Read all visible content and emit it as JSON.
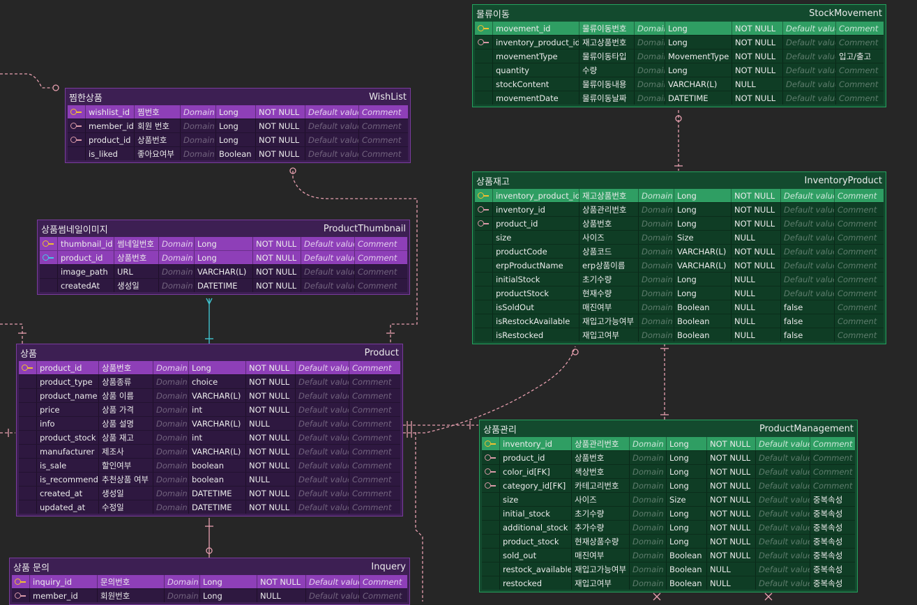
{
  "placeholders": {
    "domain": "Domain",
    "default": "Default value",
    "comment": "Comment"
  },
  "entities": {
    "stockMovement": {
      "kname": "물류이동",
      "ename": "StockMovement",
      "rows": [
        {
          "name": "movement_id",
          "kor": "물류이동번호",
          "type": "Long",
          "nullable": "NOT NULL",
          "default": "",
          "comment": "",
          "key": "pk"
        },
        {
          "name": "inventory_product_id",
          "kor": "재고상품번호",
          "type": "Long",
          "nullable": "NOT NULL",
          "default": "",
          "comment": "",
          "key": "fk"
        },
        {
          "name": "movementType",
          "kor": "물류이동타입",
          "type": "MovementType",
          "nullable": "NOT NULL",
          "default": "",
          "comment": "입고/출고",
          "key": ""
        },
        {
          "name": "quantity",
          "kor": "수량",
          "type": "Long",
          "nullable": "NOT NULL",
          "default": "",
          "comment": "",
          "key": ""
        },
        {
          "name": "stockContent",
          "kor": "물류이동내용",
          "type": "VARCHAR(L)",
          "nullable": "NULL",
          "default": "",
          "comment": "",
          "key": ""
        },
        {
          "name": "movementDate",
          "kor": "물류이동날짜",
          "type": "DATETIME",
          "nullable": "NOT NULL",
          "default": "",
          "comment": "",
          "key": ""
        }
      ]
    },
    "wishList": {
      "kname": "찜한상품",
      "ename": "WishList",
      "rows": [
        {
          "name": "wishlist_id",
          "kor": "찜번호",
          "type": "Long",
          "nullable": "NOT NULL",
          "default": "",
          "comment": "",
          "key": "pk"
        },
        {
          "name": "member_id",
          "kor": "회원 번호",
          "type": "Long",
          "nullable": "NOT NULL",
          "default": "",
          "comment": "",
          "key": "fk"
        },
        {
          "name": "product_id",
          "kor": "상품번호",
          "type": "Long",
          "nullable": "NOT NULL",
          "default": "",
          "comment": "",
          "key": "fk"
        },
        {
          "name": "is_liked",
          "kor": "좋아요여부",
          "type": "Boolean",
          "nullable": "NOT NULL",
          "default": "",
          "comment": "",
          "key": ""
        }
      ]
    },
    "inventoryProduct": {
      "kname": "상품재고",
      "ename": "InventoryProduct",
      "rows": [
        {
          "name": "inventory_product_id",
          "kor": "재고상품번호",
          "type": "Long",
          "nullable": "NOT NULL",
          "default": "",
          "comment": "",
          "key": "pk"
        },
        {
          "name": "inventory_id",
          "kor": "상품관리번호",
          "type": "Long",
          "nullable": "NOT NULL",
          "default": "",
          "comment": "",
          "key": "fk"
        },
        {
          "name": "product_id",
          "kor": "상품번호",
          "type": "Long",
          "nullable": "NOT NULL",
          "default": "",
          "comment": "",
          "key": "fk"
        },
        {
          "name": "size",
          "kor": "사이즈",
          "type": "Size",
          "nullable": "NULL",
          "default": "",
          "comment": "",
          "key": ""
        },
        {
          "name": "productCode",
          "kor": "상품코드",
          "type": "VARCHAR(L)",
          "nullable": "NOT NULL",
          "default": "",
          "comment": "",
          "key": ""
        },
        {
          "name": "erpProductName",
          "kor": "erp상품이름",
          "type": "VARCHAR(L)",
          "nullable": "NOT NULL",
          "default": "",
          "comment": "",
          "key": ""
        },
        {
          "name": "initialStock",
          "kor": "초기수량",
          "type": "Long",
          "nullable": "NULL",
          "default": "",
          "comment": "",
          "key": ""
        },
        {
          "name": "productStock",
          "kor": "현재수량",
          "type": "Long",
          "nullable": "NULL",
          "default": "",
          "comment": "",
          "key": ""
        },
        {
          "name": "isSoldOut",
          "kor": "매진여부",
          "type": "Boolean",
          "nullable": "NULL",
          "default": "false",
          "comment": "",
          "key": ""
        },
        {
          "name": "isRestockAvailable",
          "kor": "재입고가능여부",
          "type": "Boolean",
          "nullable": "NULL",
          "default": "false",
          "comment": "",
          "key": ""
        },
        {
          "name": "isRestocked",
          "kor": "재입고여부",
          "type": "Boolean",
          "nullable": "NULL",
          "default": "false",
          "comment": "",
          "key": ""
        }
      ]
    },
    "productThumbnail": {
      "kname": "상품썸네일이미지",
      "ename": "ProductThumbnail",
      "rows": [
        {
          "name": "thumbnail_id",
          "kor": "썸네일번호",
          "type": "Long",
          "nullable": "NOT NULL",
          "default": "",
          "comment": "",
          "key": "pk"
        },
        {
          "name": "product_id",
          "kor": "상품번호",
          "type": "Long",
          "nullable": "NOT NULL",
          "default": "",
          "comment": "",
          "key": "pkfk"
        },
        {
          "name": "image_path",
          "kor": "URL",
          "type": "VARCHAR(L)",
          "nullable": "NOT NULL",
          "default": "",
          "comment": "",
          "key": ""
        },
        {
          "name": "createdAt",
          "kor": "생성일",
          "type": "DATETIME",
          "nullable": "NOT NULL",
          "default": "",
          "comment": "",
          "key": ""
        }
      ]
    },
    "product": {
      "kname": "상품",
      "ename": "Product",
      "rows": [
        {
          "name": "product_id",
          "kor": "상품번호",
          "type": "Long",
          "nullable": "NOT NULL",
          "default": "",
          "comment": "",
          "key": "pk"
        },
        {
          "name": "product_type",
          "kor": "상품종류",
          "type": "choice",
          "nullable": "NOT NULL",
          "default": "",
          "comment": "",
          "key": ""
        },
        {
          "name": "product_name",
          "kor": "상품 이름",
          "type": "VARCHAR(L)",
          "nullable": "NOT NULL",
          "default": "",
          "comment": "",
          "key": ""
        },
        {
          "name": "price",
          "kor": "상품 가격",
          "type": "int",
          "nullable": "NOT NULL",
          "default": "",
          "comment": "",
          "key": ""
        },
        {
          "name": "info",
          "kor": "상품 설명",
          "type": "VARCHAR(L)",
          "nullable": "NULL",
          "default": "",
          "comment": "",
          "key": ""
        },
        {
          "name": "product_stock",
          "kor": "상품 재고",
          "type": "int",
          "nullable": "NOT NULL",
          "default": "",
          "comment": "",
          "key": ""
        },
        {
          "name": "manufacturer",
          "kor": "제조사",
          "type": "VARCHAR(L)",
          "nullable": "NOT NULL",
          "default": "",
          "comment": "",
          "key": ""
        },
        {
          "name": "is_sale",
          "kor": "할인여부",
          "type": "boolean",
          "nullable": "NOT NULL",
          "default": "",
          "comment": "",
          "key": ""
        },
        {
          "name": "is_recommend",
          "kor": "추천상품 여부",
          "type": "boolean",
          "nullable": "NULL",
          "default": "",
          "comment": "",
          "key": ""
        },
        {
          "name": "created_at",
          "kor": "생성일",
          "type": "DATETIME",
          "nullable": "NOT NULL",
          "default": "",
          "comment": "",
          "key": ""
        },
        {
          "name": "updated_at",
          "kor": "수정일",
          "type": "DATETIME",
          "nullable": "NOT NULL",
          "default": "",
          "comment": "",
          "key": ""
        }
      ]
    },
    "productManagement": {
      "kname": "상품관리",
      "ename": "ProductManagement",
      "rows": [
        {
          "name": "inventory_id",
          "kor": "상품관리번호",
          "type": "Long",
          "nullable": "NOT NULL",
          "default": "",
          "comment": "",
          "key": "pk"
        },
        {
          "name": "product_id",
          "kor": "상품번호",
          "type": "Long",
          "nullable": "NOT NULL",
          "default": "",
          "comment": "",
          "key": "fk"
        },
        {
          "name": "color_id[FK]",
          "kor": "색상번호",
          "type": "Long",
          "nullable": "NOT NULL",
          "default": "",
          "comment": "",
          "key": "fk"
        },
        {
          "name": "category_id[FK]",
          "kor": "카테고리번호",
          "type": "Long",
          "nullable": "NOT NULL",
          "default": "",
          "comment": "",
          "key": "fk"
        },
        {
          "name": "size",
          "kor": "사이즈",
          "type": "Size",
          "nullable": "NOT NULL",
          "default": "",
          "comment": "중복속성",
          "key": ""
        },
        {
          "name": "initial_stock",
          "kor": "초기수량",
          "type": "Long",
          "nullable": "NOT NULL",
          "default": "",
          "comment": "중복속성",
          "key": ""
        },
        {
          "name": "additional_stock",
          "kor": "추가수량",
          "type": "Long",
          "nullable": "NOT NULL",
          "default": "",
          "comment": "중복속성",
          "key": ""
        },
        {
          "name": "product_stock",
          "kor": "현재상품수량",
          "type": "Long",
          "nullable": "NOT NULL",
          "default": "",
          "comment": "중복속성",
          "key": ""
        },
        {
          "name": "sold_out",
          "kor": "매진여부",
          "type": "Boolean",
          "nullable": "NOT NULL",
          "default": "",
          "comment": "중복속성",
          "key": ""
        },
        {
          "name": "restock_available",
          "kor": "재입고가능여부",
          "type": "Boolean",
          "nullable": "NULL",
          "default": "",
          "comment": "중복속성",
          "key": ""
        },
        {
          "name": "restocked",
          "kor": "재입고여부",
          "type": "Boolean",
          "nullable": "NULL",
          "default": "",
          "comment": "중복속성",
          "key": ""
        }
      ]
    },
    "inquery": {
      "kname": "상품 문의",
      "ename": "Inquery",
      "rows": [
        {
          "name": "inquiry_id",
          "kor": "문의번호",
          "type": "Long",
          "nullable": "NOT NULL",
          "default": "",
          "comment": "",
          "key": "pk"
        },
        {
          "name": "member_id",
          "kor": "회원번호",
          "type": "Long",
          "nullable": "NULL",
          "default": "",
          "comment": "",
          "key": "fk"
        }
      ]
    }
  }
}
